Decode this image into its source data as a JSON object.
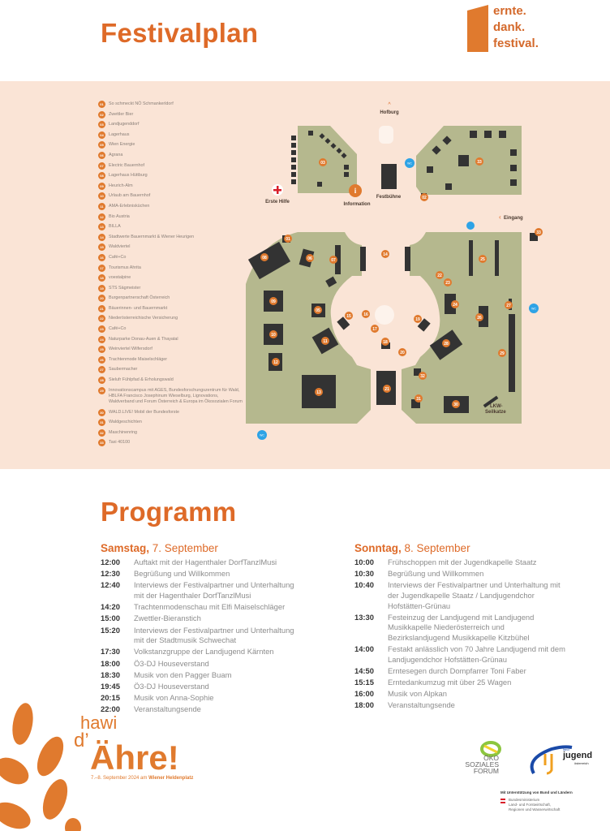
{
  "header": {
    "title": "Festivalplan",
    "logo_lines": [
      "ernte.",
      "dank.",
      "festival."
    ]
  },
  "legend": [
    {
      "n": "01",
      "label": "So schmeckt NÖ Schmankerldorf"
    },
    {
      "n": "02",
      "label": "Zwettler Bier"
    },
    {
      "n": "03",
      "label": "Landjugenddorf"
    },
    {
      "n": "04",
      "label": "Lagerhaus"
    },
    {
      "n": "05",
      "label": "Wien Energie"
    },
    {
      "n": "06",
      "label": "Agrana"
    },
    {
      "n": "07",
      "label": "Electric Bauernhof"
    },
    {
      "n": "08",
      "label": "Lagerhaus Hüttburg"
    },
    {
      "n": "09",
      "label": "Heurich-Alm"
    },
    {
      "n": "10",
      "label": "Urlaub am Bauernhof"
    },
    {
      "n": "11",
      "label": "AMA-Erlebnisküchen"
    },
    {
      "n": "12",
      "label": "Bio Austria"
    },
    {
      "n": "13",
      "label": "BILLA"
    },
    {
      "n": "14",
      "label": "Stadtwerte Bauernmarkt & Wiener Heurigen"
    },
    {
      "n": "15",
      "label": "Waldviertel"
    },
    {
      "n": "16",
      "label": "Café+Co"
    },
    {
      "n": "17",
      "label": "Tourismus Ahrita"
    },
    {
      "n": "18",
      "label": "voestalpine"
    },
    {
      "n": "19",
      "label": "STS Sägmeister"
    },
    {
      "n": "20",
      "label": "Burgenpartnerschaft Österreich"
    },
    {
      "n": "21",
      "label": "Bäuerinnen- und Bauernmarkt"
    },
    {
      "n": "22",
      "label": "Niederösterreichische Versicherung"
    },
    {
      "n": "23",
      "label": "Café+Co"
    },
    {
      "n": "24",
      "label": "Naturparke Donau-Auen & Thayatal"
    },
    {
      "n": "25",
      "label": "Weinviertel Wilfersdorf"
    },
    {
      "n": "26",
      "label": "Trachtenmode Maiselschläger"
    },
    {
      "n": "27",
      "label": "Saubermacher"
    },
    {
      "n": "28",
      "label": "Sielufr Fühlpfad & Erholungswald"
    },
    {
      "n": "29",
      "label": "Innovationscampus mit AGES, Bundesforschungszentrum für Wald, HBLFA Francisco Josephinum Wieselburg, Lignovations, Waldverband und Forum Österreich & Europa im Ökosozialen Forum"
    },
    {
      "n": "30",
      "label": "WALD.LIVE! Mobil der Bundesforste"
    },
    {
      "n": "31",
      "label": "Waldgeschichten"
    },
    {
      "n": "32",
      "label": "Maschinenring"
    },
    {
      "n": "33",
      "label": "Taxi 40100"
    }
  ],
  "map": {
    "labels": {
      "hofburg": "Hofburg",
      "erste_hilfe": "Erste Hilfe",
      "information": "Information",
      "festbuehne": "Festbühne",
      "eingang": "Eingang",
      "lkw1": "LKW-",
      "lkw2": "Seilkatze",
      "wc": "WC"
    },
    "markers": [
      "03",
      "33",
      "02",
      "01",
      "08",
      "06",
      "07",
      "14",
      "09",
      "05",
      "10",
      "11",
      "12",
      "13",
      "15",
      "16",
      "17",
      "18",
      "19",
      "20",
      "21",
      "22",
      "23",
      "24",
      "25",
      "26",
      "27",
      "28",
      "29",
      "30",
      "32",
      "31",
      "33"
    ]
  },
  "program": {
    "title": "Programm",
    "saturday": {
      "day": "Samstag,",
      "date": "7. September",
      "items": [
        {
          "time": "12:00",
          "text": "Auftakt mit der Hagenthaler DorfTanzlMusi"
        },
        {
          "time": "12:30",
          "text": "Begrüßung und Willkommen"
        },
        {
          "time": "12:40",
          "text": "Interviews der Festivalpartner und Unterhaltung mit der Hagenthaler DorfTanzlMusi"
        },
        {
          "time": "14:20",
          "text": "Trachtenmodenschau mit Elfi Maiselschläger"
        },
        {
          "time": "15:00",
          "text": "Zwettler-Bieranstich"
        },
        {
          "time": "15:20",
          "text": "Interviews der Festivalpartner und Unterhaltung mit der Stadtmusik Schwechat"
        },
        {
          "time": "17:30",
          "text": "Volkstanzgruppe der Landjugend Kärnten"
        },
        {
          "time": "18:00",
          "text": "Ö3-DJ Houseverstand"
        },
        {
          "time": "18:30",
          "text": "Musik von den Pagger Buam"
        },
        {
          "time": "19:45",
          "text": "Ö3-DJ Houseverstand"
        },
        {
          "time": "20:15",
          "text": "Musik von Anna-Sophie"
        },
        {
          "time": "22:00",
          "text": "Veranstaltungsende"
        }
      ]
    },
    "sunday": {
      "day": "Sonntag,",
      "date": "8. September",
      "items": [
        {
          "time": "10:00",
          "text": "Frühschoppen mit der Jugendkapelle Staatz"
        },
        {
          "time": "10:30",
          "text": "Begrüßung und Willkommen"
        },
        {
          "time": "10:40",
          "text": "Interviews der Festivalpartner und Unterhaltung mit der Jugendkapelle Staatz / Landjugendchor Hofstätten-Grünau"
        },
        {
          "time": "13:30",
          "text": "Festeinzug der Landjugend mit Landjugend Musikkapelle Niederösterreich und Bezirkslandjugend Musikkapelle Kitzbühel"
        },
        {
          "time": "14:00",
          "text": "Festakt anlässlich von 70 Jahre Landjugend mit dem Landjugendchor Hofstätten-Grünau"
        },
        {
          "time": "14:50",
          "text": "Erntesegen durch Dompfarrer Toni Faber"
        },
        {
          "time": "15:15",
          "text": "Erntedankumzug mit über 25 Wagen"
        },
        {
          "time": "16:00",
          "text": "Musik von Alpkan"
        },
        {
          "time": "18:00",
          "text": "Veranstaltungsende"
        }
      ]
    }
  },
  "footer": {
    "hawi": "hawi",
    "d": "d’",
    "ahre": "Ähre!",
    "date": "7.–8. September 2024 am",
    "place": "Wiener Heldenplatz",
    "oeko": [
      "ÖKO",
      "SOZIALES",
      "FORUM"
    ],
    "lj_small": "land",
    "lj": "jugend",
    "lj_sub": "österreich",
    "support": "Mit Unterstützung von Bund und Ländern",
    "ministry": [
      "Bundesministerium",
      "Land- und Forstwirtschaft,",
      "Regionen und Wasserwirtschaft"
    ]
  },
  "colors": {
    "orange": "#de6a28",
    "peach": "#fae4d6",
    "green": "#b5b88e",
    "dark": "#333333",
    "blue": "#2ea3e6"
  }
}
